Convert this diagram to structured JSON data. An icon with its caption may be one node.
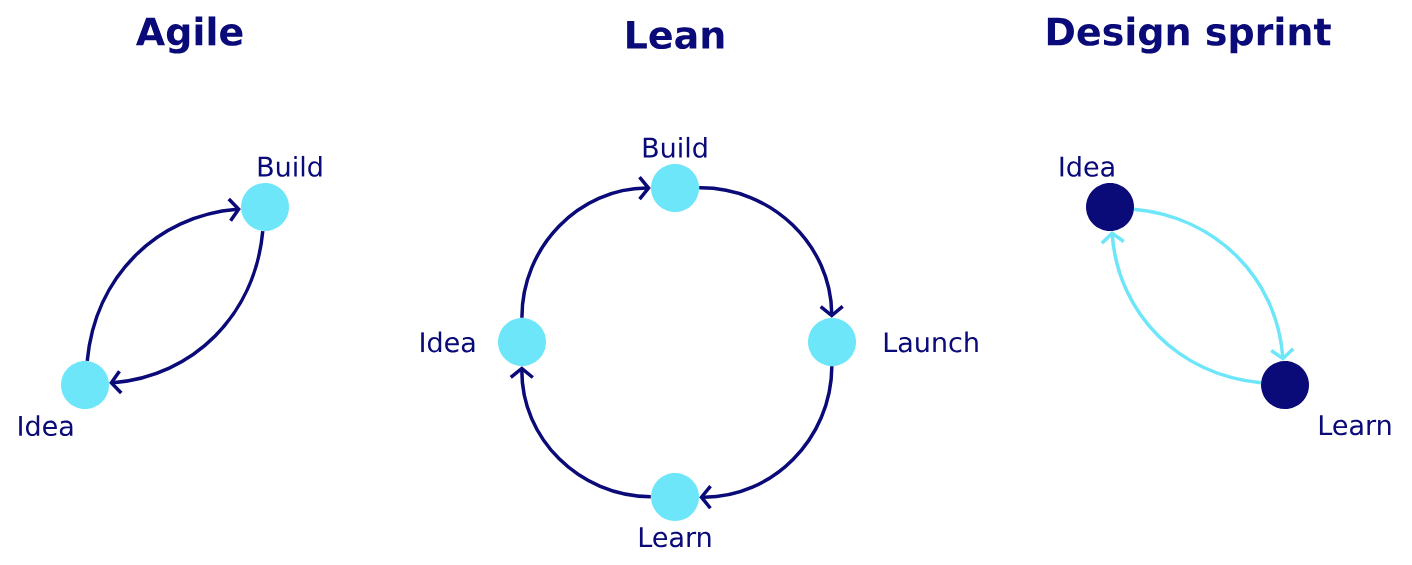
{
  "diagram": {
    "nodes": [
      {
        "text": [],
        "shape": "circle",
        "beside": [
          "Idea"
        ]
      },
      {
        "text": [],
        "shape": "circle",
        "beside": [
          "Build"
        ]
      },
      {
        "text": [],
        "shape": "circle",
        "beside": [
          "Build"
        ]
      },
      {
        "text": [],
        "shape": "circle",
        "beside": [
          "Launch"
        ]
      },
      {
        "text": [],
        "shape": "circle",
        "beside": [
          "Learn"
        ]
      },
      {
        "text": [],
        "shape": "circle",
        "beside": [
          "Idea"
        ]
      },
      {
        "text": [],
        "shape": "circle",
        "beside": [
          "Idea"
        ]
      },
      {
        "text": [],
        "shape": "circle",
        "beside": [
          "Learn"
        ]
      }
    ],
    "edges": [
      {
        "from": 0,
        "to": 1,
        "arrow": "to"
      },
      {
        "from": 1,
        "to": 0,
        "arrow": "to"
      },
      {
        "from": 5,
        "to": 2,
        "arrow": "to"
      },
      {
        "from": 2,
        "to": 3,
        "arrow": "to"
      },
      {
        "from": 3,
        "to": 4,
        "arrow": "to"
      },
      {
        "from": 4,
        "to": 5,
        "arrow": "to"
      },
      {
        "from": 6,
        "to": 7,
        "arrow": "to",
        "color": "#6ee6fa"
      },
      {
        "from": 7,
        "to": 6,
        "arrow": "to",
        "color": "#6ee6fa"
      }
    ],
    "labels": [
      "Agile",
      "Lean",
      "Design sprint"
    ]
  }
}
